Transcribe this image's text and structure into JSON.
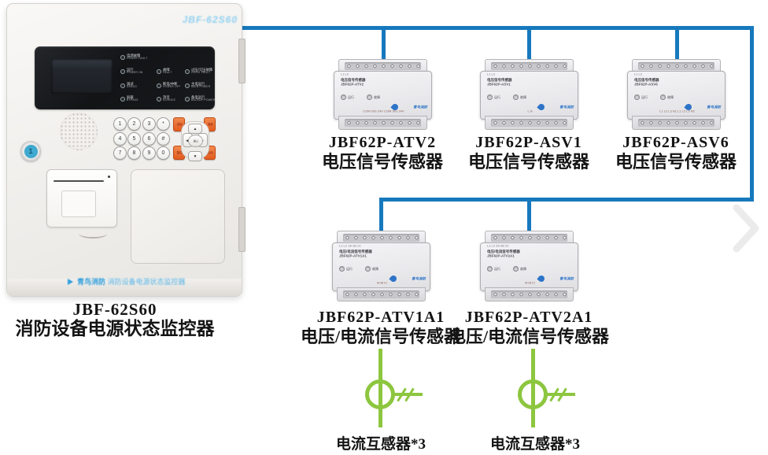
{
  "panel": {
    "brand": "JBF-62S60",
    "caption_model": "JBF-62S60",
    "caption_name": "消防设备电源状态监控器",
    "footer_brand": "青鸟消防",
    "footer_text": "消防设备电源状态监控器",
    "key_lock": "1",
    "leds": [
      {
        "cn": "电源故障",
        "en": "POWER FAULT"
      },
      {
        "cn": "运行",
        "en": "POWER ON"
      },
      {
        "cn": "故障",
        "en": "FAULT"
      },
      {
        "cn": "过压/欠压故障",
        "en": "OV/UV FAULT"
      },
      {
        "cn": "调试",
        "en": "DEBUG"
      },
      {
        "cn": "断电/中断",
        "en": "POWER OFF"
      },
      {
        "cn": "主电运行",
        "en": "MAIN POWER"
      },
      {
        "cn": "屏蔽",
        "en": "BYPASS"
      },
      {
        "cn": "消音",
        "en": "SILENCE"
      },
      {
        "cn": "备电运行",
        "en": "BACKUP POWER"
      }
    ],
    "keypad": [
      "1",
      "2",
      "3",
      "*",
      "4",
      "5",
      "6",
      "#",
      "7",
      "8",
      "9",
      "0"
    ],
    "fkeys": [
      "自检",
      "消音",
      "复位",
      "启动"
    ],
    "nav": {
      "up": "▲",
      "down": "▼",
      "left": "◀",
      "right": "▶",
      "center": "确认"
    }
  },
  "sensors": [
    {
      "model": "JBF62P-ATV2",
      "name": "电压信号传感器",
      "led_run": "运行",
      "led_fault": "故障",
      "logo": "青鸟消防",
      "top_marks": "L1  L2",
      "bottom_marks": "COM SIG 24V    COM SIG 24V"
    },
    {
      "model": "JBF62P-ASV1",
      "name": "电压信号传感器",
      "led_run": "运行",
      "led_fault": "故障",
      "logo": "青鸟消防",
      "top_marks": "L1  L2",
      "bottom_marks": "L    N"
    },
    {
      "model": "JBF62P-ASV6",
      "name": "电压信号传感器",
      "led_run": "运行",
      "led_fault": "故障",
      "logo": "青鸟消防",
      "top_marks": "L1  L2",
      "bottom_marks": "L1 L2 L3 N1    L1 L2 L3 N2"
    },
    {
      "model": "JBF62P-ATV1A1",
      "name": "电压/电流信号传感器",
      "led_run": "运行",
      "led_fault": "故障",
      "logo": "青鸟消防",
      "top_marks": "L1  L2    1A 1B 1C",
      "bottom_marks": "IA  IB  IC"
    },
    {
      "model": "JBF62P-ATV2A1",
      "name": "电压/电流信号传感器",
      "led_run": "运行",
      "led_fault": "故障",
      "logo": "青鸟消防",
      "top_marks": "L1  L2    2A 2B 2C",
      "bottom_marks": "IA  IB  IC"
    }
  ],
  "transformers": [
    {
      "label": "电流互感器*3"
    },
    {
      "label": "电流互感器*3"
    }
  ],
  "colors": {
    "wire": "#1779bd",
    "ct_green": "#8dc63f",
    "function_key_orange": "#e8651f",
    "logo_blue": "#2d74c8"
  }
}
